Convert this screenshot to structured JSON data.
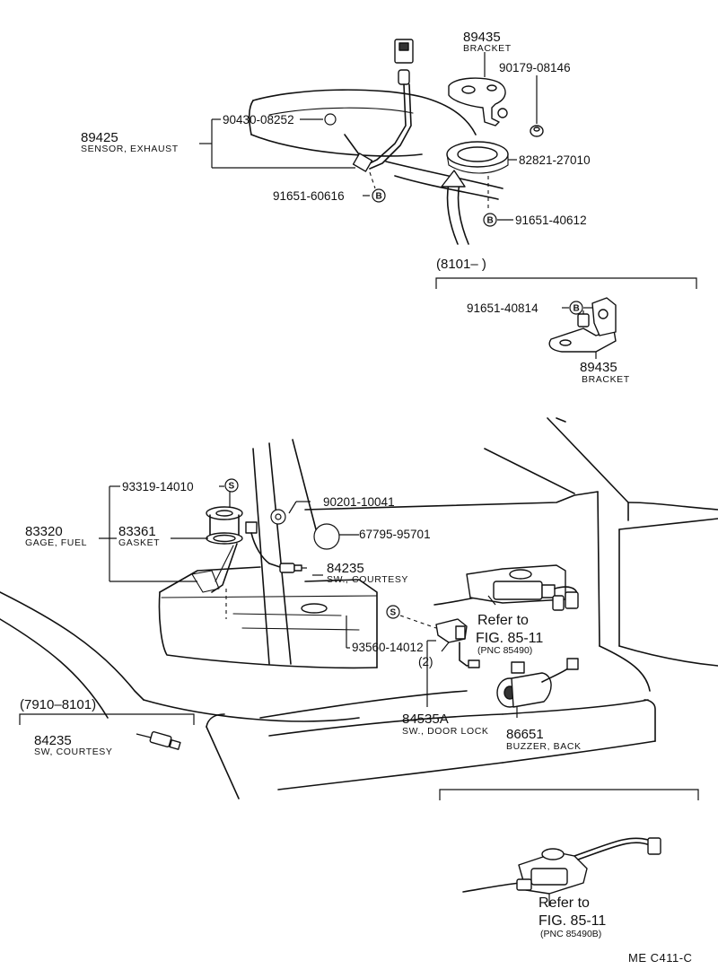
{
  "diagram": {
    "code": "ME  C411-C",
    "callouts": {
      "p89435_top": {
        "number": "89435",
        "desc": "BRACKET"
      },
      "p90179": {
        "number": "90179-08146"
      },
      "p90430": {
        "number": "90430-08252"
      },
      "p89425": {
        "number": "89425",
        "desc": "SENSOR, EXHAUST"
      },
      "p82821": {
        "number": "82821-27010"
      },
      "p91651_60616": {
        "number": "91651-60616"
      },
      "p91651_40612": {
        "number": "91651-40612"
      },
      "range_8101": {
        "text": "(8101–        )"
      },
      "p91651_40814": {
        "number": "91651-40814"
      },
      "p89435_bottom": {
        "number": "89435",
        "desc": "BRACKET"
      },
      "p93319": {
        "number": "93319-14010"
      },
      "p90201": {
        "number": "90201-10041"
      },
      "p83320": {
        "number": "83320",
        "desc": "GAGE, FUEL"
      },
      "p83361": {
        "number": "83361",
        "desc": "GASKET"
      },
      "p67795": {
        "number": "67795-95701"
      },
      "p84235_main": {
        "number": "84235",
        "desc": "SW., COURTESY"
      },
      "ref_main": {
        "line1": "Refer to",
        "line2": "FIG. 85-11",
        "pnc": "(PNC 85490)"
      },
      "p93560": {
        "number": "93560-14012",
        "qty": "(2)"
      },
      "range_7910": {
        "text": "(7910–8101)"
      },
      "p84235_alt": {
        "number": "84235",
        "desc": "SW, COURTESY"
      },
      "p84535A": {
        "number": "84535A",
        "desc": "SW., DOOR LOCK"
      },
      "p86651": {
        "number": "86651",
        "desc": "BUZZER, BACK"
      },
      "ref_bottom": {
        "line1": "Refer to",
        "line2": "FIG. 85-11",
        "pnc": "(PNC 85490B)"
      }
    },
    "symbols": {
      "b": "B",
      "s": "S"
    }
  }
}
